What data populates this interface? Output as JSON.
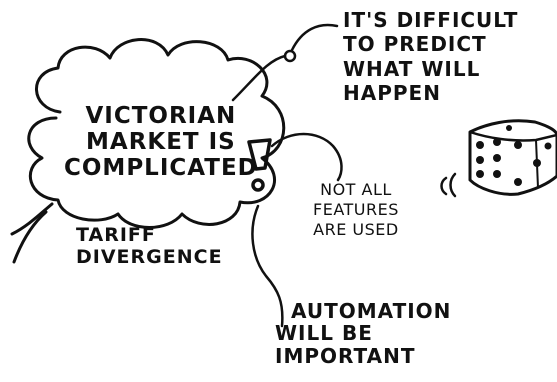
{
  "center_note": {
    "lines": [
      "Victorian",
      "market is",
      "complicated"
    ],
    "mark": "!"
  },
  "notes": {
    "predict": [
      "It's difficult",
      "to predict",
      "what will",
      "happen"
    ],
    "features": [
      "Not all",
      "features",
      "are used"
    ],
    "tariff": [
      "Tariff",
      "divergence"
    ],
    "automation": [
      "automation",
      "will be",
      "important"
    ]
  },
  "icons": {
    "cloud": "thought-cloud-icon",
    "dice": "dice-icon",
    "exclamation": "exclamation-mark-icon"
  },
  "colors": {
    "ink": "#111111",
    "paper": "#ffffff"
  }
}
